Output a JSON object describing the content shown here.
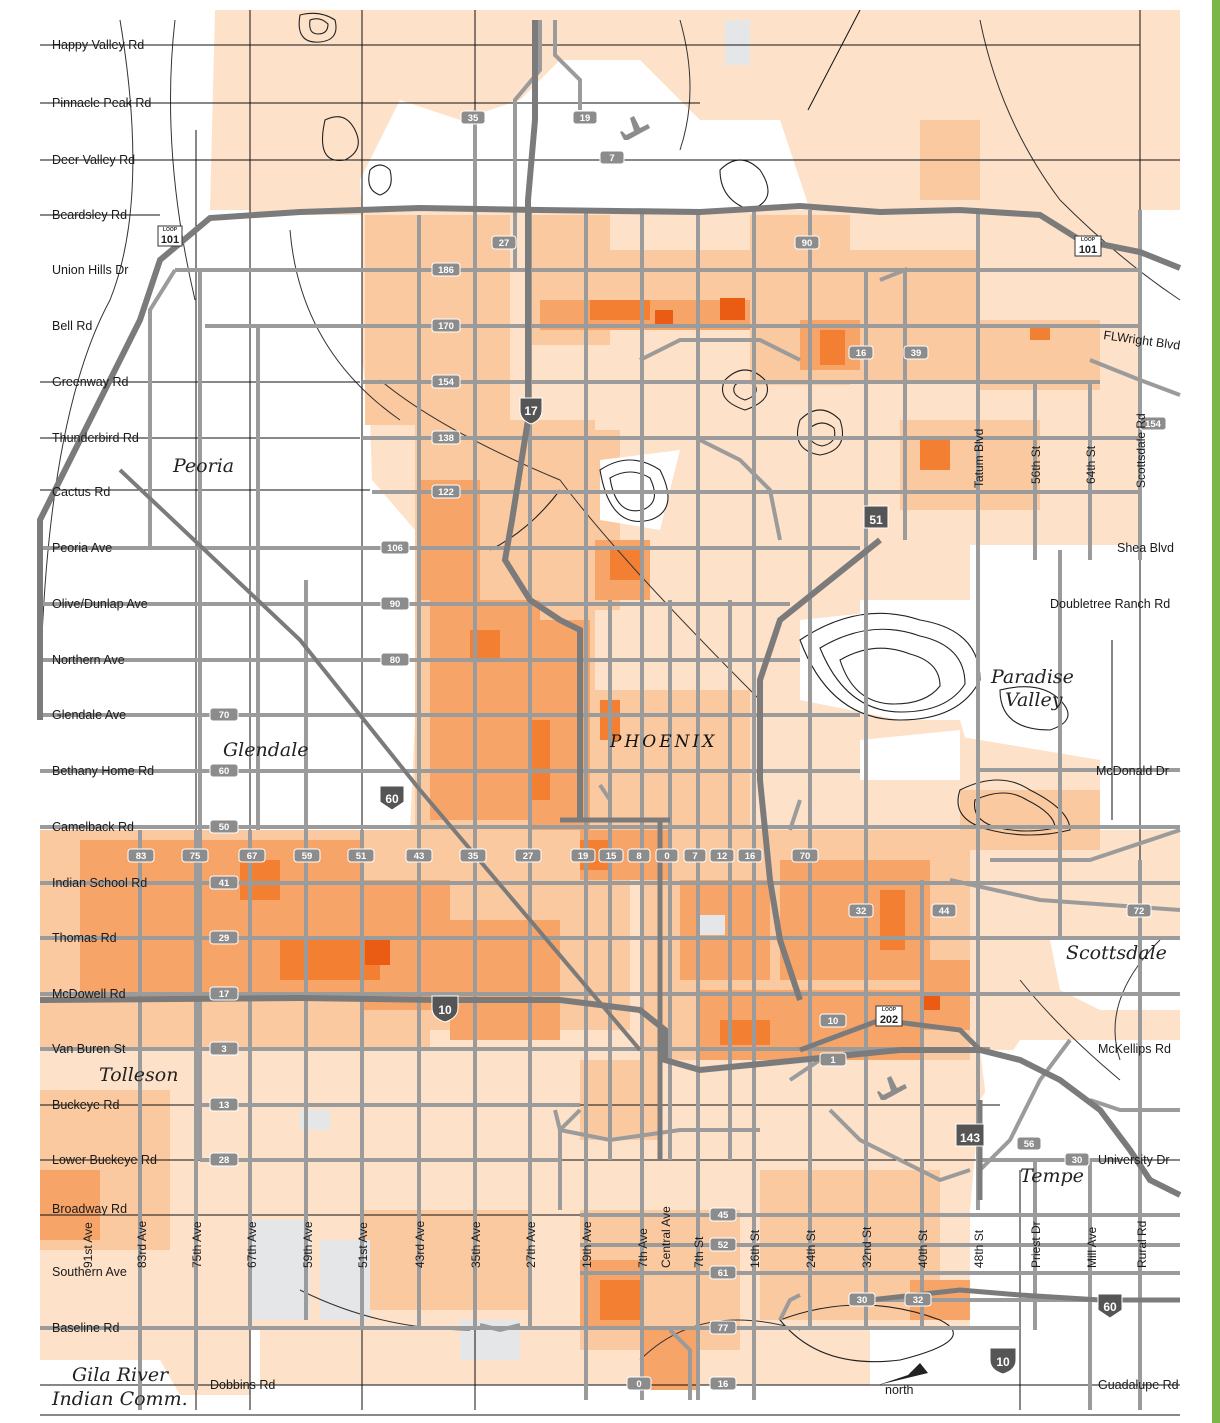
{
  "colors": {
    "background": "#ffffff",
    "pale": "#fde1c9",
    "light": "#fbc99f",
    "medium": "#f7a468",
    "strong": "#f27f32",
    "darkest": "#ea5b13",
    "arterial": "#9b9b9b",
    "freeway": "#7b7b7b",
    "shield": "#8c8c8c",
    "green_border": "#7ab648"
  },
  "place_labels": {
    "phoenix": "PHOENIX",
    "peoria": "Peoria",
    "glendale": "Glendale",
    "tolleson": "Tolleson",
    "scottsdale": "Scottsdale",
    "paradise_line1": "Paradise",
    "paradise_line2": "Valley",
    "tempe": "Tempe",
    "gila_line1": "Gila River",
    "gila_line2": "Indian Comm."
  },
  "west_roads": [
    "Happy Valley Rd",
    "Pinnacle Peak Rd",
    "Deer Valley Rd",
    "Beardsley Rd",
    "Union Hills Dr",
    "Bell Rd",
    "Greenway Rd",
    "Thunderbird Rd",
    "Cactus Rd",
    "Peoria Ave",
    "Olive/Dunlap Ave",
    "Northern Ave",
    "Glendale Ave",
    "Bethany Home Rd",
    "Camelback Rd",
    "Indian School Rd",
    "Thomas Rd",
    "McDowell Rd",
    "Van Buren St",
    "Buckeye Rd",
    "Lower Buckeye Rd",
    "Broadway Rd",
    "Southern Ave",
    "Baseline Rd",
    "Dobbins Rd"
  ],
  "east_roads": [
    "FLWright Blvd",
    "Shea Blvd",
    "Doubletree Ranch Rd",
    "McDonald Dr",
    "McKellips Rd",
    "University Dr",
    "Guadalupe Rd"
  ],
  "north_south_roads": [
    "91st Ave",
    "83rd Ave",
    "75th Ave",
    "67th Ave",
    "59th Ave",
    "51st Ave",
    "43rd Ave",
    "35th Ave",
    "27th Ave",
    "19th Ave",
    "7th Ave",
    "Central Ave",
    "7th St",
    "16th St",
    "24th St",
    "32nd St",
    "40th St",
    "48th St",
    "Priest Dr",
    "Mill Ave",
    "Rural Rd",
    "Tatum Blvd",
    "56th St",
    "64th St",
    "Scottsdale Rd"
  ],
  "freeways": {
    "loop101": "101",
    "loop202": "202",
    "i17": "17",
    "i10": "10",
    "us60": "60",
    "sr51": "51",
    "sr143": "143",
    "loop_label": "LOOP"
  },
  "shields_north": [
    "35",
    "19",
    "7",
    "27",
    "90"
  ],
  "shields_west_column": [
    "186",
    "170",
    "154",
    "138",
    "122",
    "106",
    "90",
    "80",
    "70",
    "60",
    "50"
  ],
  "shields_south_column": [
    "41",
    "29",
    "17",
    "3",
    "13",
    "28"
  ],
  "shields_camelback": [
    "83",
    "75",
    "67",
    "59",
    "51",
    "43",
    "35",
    "27",
    "19",
    "15",
    "8",
    "0",
    "7",
    "12",
    "16",
    "70"
  ],
  "shields_east": [
    "16",
    "39",
    "154",
    "32",
    "44",
    "72",
    "10",
    "1",
    "56",
    "30",
    "45",
    "52",
    "61",
    "30",
    "32",
    "77",
    "0",
    "16"
  ],
  "north_label": "north"
}
